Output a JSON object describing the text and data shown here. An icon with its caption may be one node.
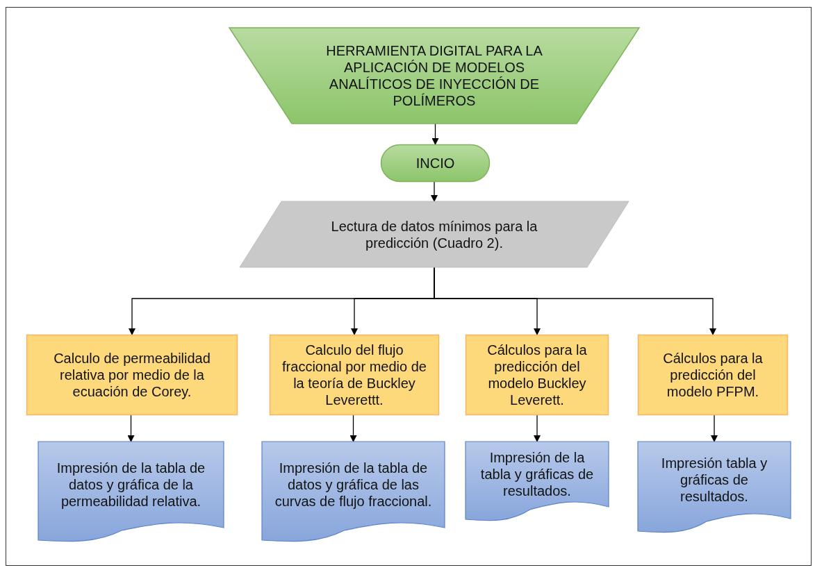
{
  "diagram": {
    "nodes": [
      {
        "text": [
          "HERRAMIENTA DIGITAL PARA LA APLICACIÓN DE MODELOS ANALÍTICOS DE INYECCIÓN DE POLÍMEROS"
        ]
      },
      {
        "text": [
          "INCIO"
        ]
      },
      {
        "text": [
          "Lectura de datos mínimos para la predicción (Cuadro 2)."
        ]
      },
      {
        "text": [
          "Calculo de permeabilidad relativa por medio de la ecuación de Corey."
        ]
      },
      {
        "text": [
          "Calculo del flujo fraccional por medio de la teoría de Buckley Leverettt."
        ]
      },
      {
        "text": [
          "Cálculos para la predicción del modelo Buckley Leverett."
        ]
      },
      {
        "text": [
          "Cálculos para la predicción del modelo PFPM."
        ]
      },
      {
        "text": [
          "Impresión de la tabla de datos y gráfica de la permeabilidad relativa."
        ]
      },
      {
        "text": [
          "Impresión de la tabla de datos y gráfica de las curvas de flujo fraccional."
        ]
      },
      {
        "text": [
          "Impresión de la tabla y gráficas de resultados."
        ]
      },
      {
        "text": [
          "Impresión tabla y gráficas de resultados."
        ]
      }
    ],
    "edges": [
      {
        "from": 0,
        "to": 1,
        "arrow": "to"
      },
      {
        "from": 1,
        "to": 2,
        "arrow": "to"
      },
      {
        "from": 2,
        "to": 3,
        "arrow": "to"
      },
      {
        "from": 2,
        "to": 4,
        "arrow": "to"
      },
      {
        "from": 2,
        "to": 5,
        "arrow": "to"
      },
      {
        "from": 2,
        "to": 6,
        "arrow": "to"
      },
      {
        "from": 3,
        "to": 7,
        "arrow": "to"
      },
      {
        "from": 4,
        "to": 8,
        "arrow": "to"
      },
      {
        "from": 5,
        "to": 9,
        "arrow": "to"
      },
      {
        "from": 6,
        "to": 10,
        "arrow": "to"
      }
    ]
  }
}
